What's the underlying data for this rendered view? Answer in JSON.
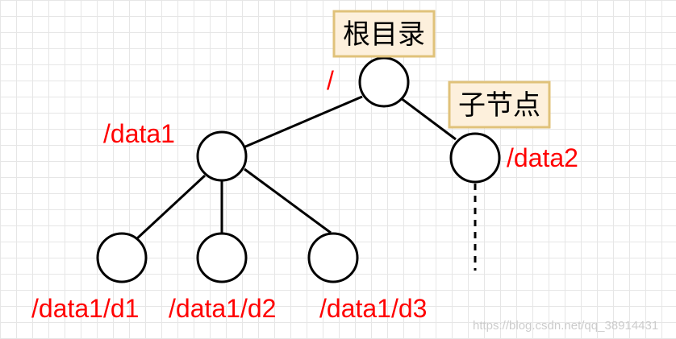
{
  "callouts": {
    "root": "根目录",
    "child": "子节点"
  },
  "labels": {
    "root": "/",
    "data1": "/data1",
    "data2": "/data2",
    "d1": "/data1/d1",
    "d2": "/data1/d2",
    "d3": "/data1/d3"
  },
  "watermark": "https://blog.csdn.net/qq_38914431",
  "colors": {
    "label": "#ff0000",
    "callout_fill": "#fdf0dc",
    "callout_border": "#e0c27a"
  }
}
